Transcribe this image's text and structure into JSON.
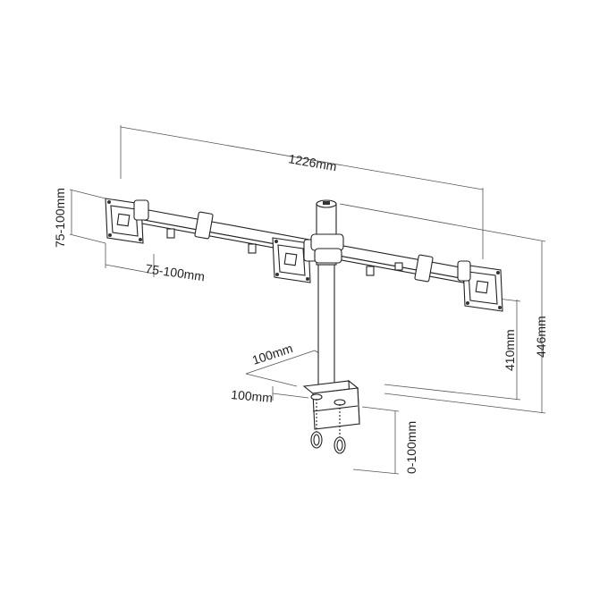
{
  "diagram": {
    "dimensions": {
      "total_width": "1226mm",
      "vesa_vertical": "75-100mm",
      "vesa_horizontal": "75-100mm",
      "total_height": "446mm",
      "pole_height": "410mm",
      "clamp_depth": "100mm",
      "clamp_width": "100mm",
      "clamp_range": "0-100mm"
    },
    "colors": {
      "line": "#222222",
      "background": "#ffffff"
    }
  }
}
